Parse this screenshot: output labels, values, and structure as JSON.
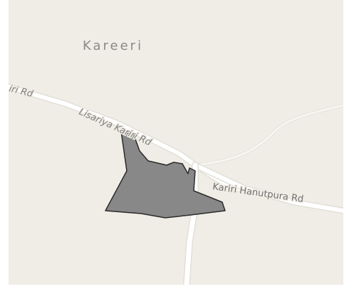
{
  "map": {
    "place_name": "Kareeri",
    "roads": {
      "kariri_rd": "iri Rd",
      "lisariya_kariri_rd": "Lisariya Kariri Rd",
      "kariri_hanutpura_rd": "Kariri Hanutpura Rd"
    },
    "colors": {
      "land": "#f0ede6",
      "road": "#ffffff",
      "road_casing": "#e2dfd8",
      "parcel_fill": "#868686",
      "parcel_stroke": "#2b2b2b"
    },
    "features": {
      "highlighted_parcel": "gray land parcel polygon"
    }
  }
}
